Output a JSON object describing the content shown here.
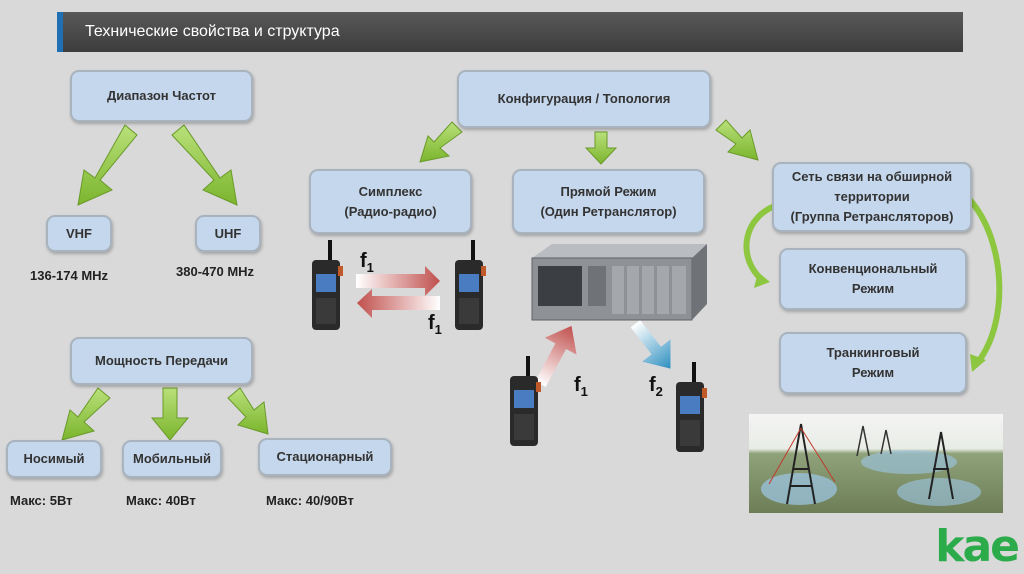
{
  "title": "Технические свойства и структура",
  "freq": {
    "header": "Диапазон Частот",
    "vhf": "VHF",
    "uhf": "UHF",
    "vhf_range": "136-174 MHz",
    "uhf_range": "380-470 MHz"
  },
  "power": {
    "header": "Мощность Передачи",
    "portable": "Носимый",
    "mobile": "Мобильный",
    "stationary": "Стационарный",
    "portable_max": "Макс: 5Вт",
    "mobile_max": "Макс: 40Вт",
    "stationary_max": "Макс: 40/90Вт"
  },
  "config": {
    "header": "Конфигурация / Топология",
    "simplex_l1": "Симплекс",
    "simplex_l2": "(Радио-радио)",
    "direct_l1": "Прямой Режим",
    "direct_l2": "(Один Ретранслятор)",
    "wide_l1": "Сеть связи на обширной",
    "wide_l2": "территории",
    "wide_l3": "(Группа Ретрансляторов)",
    "conv_l1": "Конвенциональный",
    "conv_l2": "Режим",
    "trunk_l1": "Транкинговый",
    "trunk_l2": "Режим"
  },
  "signals": {
    "f": "f",
    "sub1": "1",
    "sub2": "2"
  },
  "logo": "kae",
  "colors": {
    "box_fill": "#c5d7ec",
    "arrow_green": "#8dc63f",
    "arrow_red": "#c0504d",
    "arrow_blue": "#2e8fc0",
    "logo_green": "#2bab4a"
  }
}
